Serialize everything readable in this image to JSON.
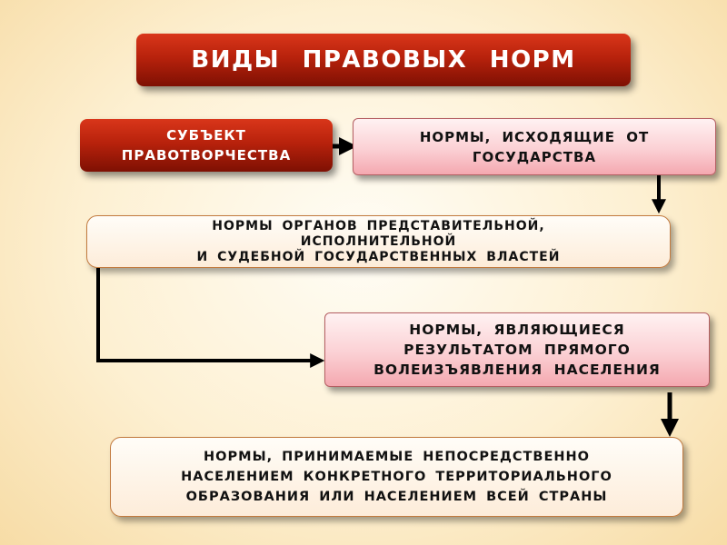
{
  "title": "ВИДЫ ПРАВОВЫХ НОРМ",
  "subject": "СУБЪЕКТ\nПРАВОТВОРЧЕСТВА",
  "state_norms": "НОРМЫ, ИСХОДЯЩИЕ ОТ\nГОСУДАРСТВА",
  "organs_norms": "НОРМЫ ОРГАНОВ ПРЕДСТАВИТЕЛЬНОЙ,\nИСПОЛНИТЕЛЬНОЙ\nИ СУДЕБНОЙ ГОСУДАРСТВЕННЫХ ВЛАСТЕЙ",
  "will_norms": "НОРМЫ, ЯВЛЯЮЩИЕСЯ\nРЕЗУЛЬТАТОМ ПРЯМОГО\nВОЛЕИЗЪЯВЛЕНИЯ НАСЕЛЕНИЯ",
  "population_norms": "НОРМЫ, ПРИНИМАЕМЫЕ НЕПОСРЕДСТВЕННО\nНАСЕЛЕНИЕМ КОНКРЕТНОГО ТЕРРИТОРИАЛЬНОГО\nОБРАЗОВАНИЯ ИЛИ НАСЕЛЕНИЕМ ВСЕЙ СТРАНЫ"
}
